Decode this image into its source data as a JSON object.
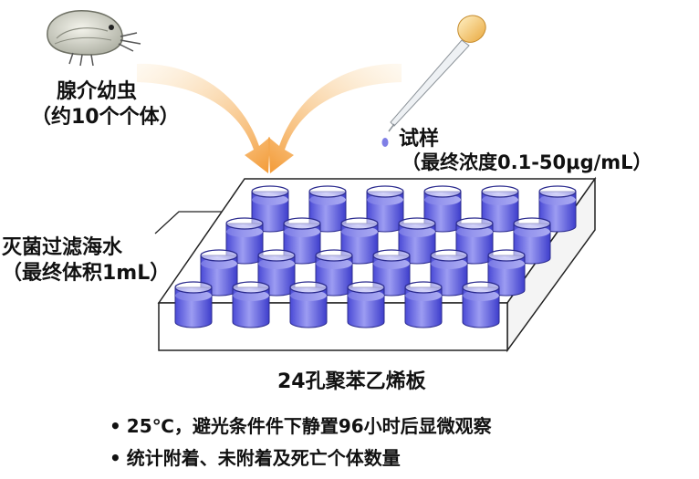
{
  "larva": {
    "title": "腺介幼虫",
    "subtitle": "（约10个个体）"
  },
  "sample": {
    "title": "试样",
    "subtitle": "（最终浓度0.1-50μg/mL）"
  },
  "seawater": {
    "title": "灭菌过滤海水",
    "subtitle": "（最终体积1mL）"
  },
  "plate": {
    "label": "24孔聚苯乙烯板",
    "rows": 4,
    "cols": 6
  },
  "bullets": [
    {
      "marker": "•",
      "text": "25℃，避光条件件下静置96小时后显微观察"
    },
    {
      "marker": "•",
      "text": "统计附着、未附着及死亡个体数量"
    }
  ],
  "colors": {
    "arrow": "#f4a24a",
    "liquid": "#6d6ee0",
    "liquid_dark": "#3c3cc8",
    "dropper_bulb": "#f2c46a"
  }
}
